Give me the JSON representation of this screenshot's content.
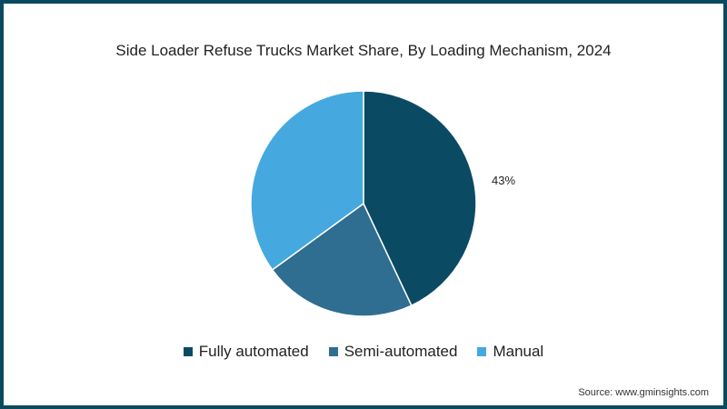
{
  "title": "Side Loader Refuse Trucks Market Share, By Loading Mechanism, 2024",
  "source": "Source: www.gminsights.com",
  "slice_label": "43%",
  "legend": [
    {
      "label": "Fully automated",
      "color": "#0b4a63"
    },
    {
      "label": "Semi-automated",
      "color": "#2f6d91"
    },
    {
      "label": "Manual",
      "color": "#45a9df"
    }
  ],
  "border_color": "#0b4a5e",
  "chart_data": {
    "type": "pie",
    "title": "Side Loader Refuse Trucks Market Share, By Loading Mechanism, 2024",
    "categories": [
      "Fully automated",
      "Semi-automated",
      "Manual"
    ],
    "values": [
      43,
      22,
      35
    ],
    "units": "%",
    "data_labels": {
      "Fully automated": "43%"
    },
    "colors": [
      "#0b4a63",
      "#2f6d91",
      "#45a9df"
    ],
    "legend_position": "bottom",
    "start_angle": "12 o'clock, clockwise"
  }
}
